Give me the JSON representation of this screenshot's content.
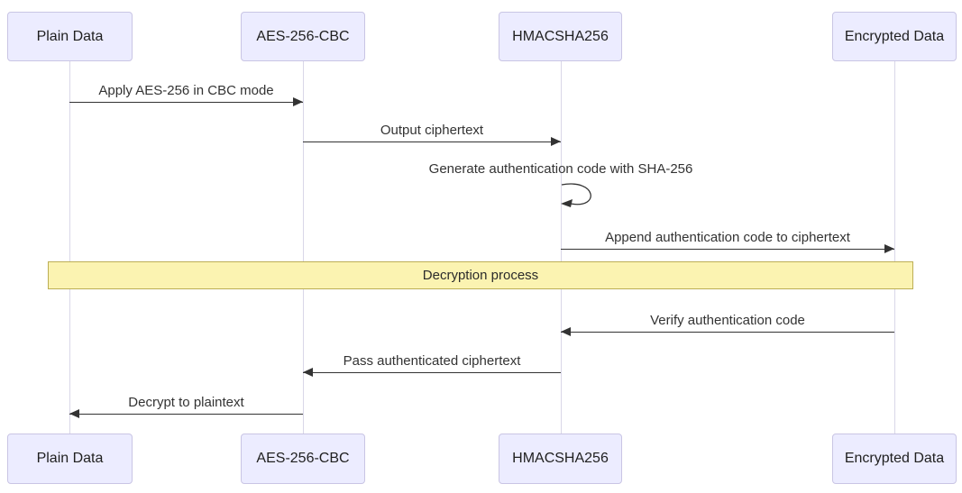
{
  "diagram": {
    "type": "sequence",
    "participants": [
      {
        "id": "plain-data",
        "label": "Plain Data"
      },
      {
        "id": "aes-256-cbc",
        "label": "AES-256-CBC"
      },
      {
        "id": "hmacsha256",
        "label": "HMACSHA256"
      },
      {
        "id": "encrypted-data",
        "label": "Encrypted Data"
      }
    ],
    "messages": [
      {
        "from": "Plain Data",
        "to": "AES-256-CBC",
        "direction": "right",
        "label": "Apply AES-256 in CBC mode"
      },
      {
        "from": "AES-256-CBC",
        "to": "HMACSHA256",
        "direction": "right",
        "label": "Output ciphertext"
      },
      {
        "from": "HMACSHA256",
        "to": "HMACSHA256",
        "direction": "self",
        "label": "Generate authentication code with SHA-256"
      },
      {
        "from": "HMACSHA256",
        "to": "Encrypted Data",
        "direction": "right",
        "label": "Append authentication code to ciphertext"
      },
      {
        "from": "Encrypted Data",
        "to": "HMACSHA256",
        "direction": "left",
        "label": "Verify authentication code"
      },
      {
        "from": "HMACSHA256",
        "to": "AES-256-CBC",
        "direction": "left",
        "label": "Pass authenticated ciphertext"
      },
      {
        "from": "AES-256-CBC",
        "to": "Plain Data",
        "direction": "left",
        "label": "Decrypt to plaintext"
      }
    ],
    "note": {
      "label": "Decryption process",
      "span": "Plain Data to Encrypted Data"
    },
    "colors": {
      "actor_fill": "#ECECFF",
      "actor_border": "#C9C5E4",
      "lifeline": "#D9D7E8",
      "arrow": "#333333",
      "note_fill": "#FBF3B1",
      "note_border": "#BCAE55",
      "text": "#333333"
    }
  }
}
